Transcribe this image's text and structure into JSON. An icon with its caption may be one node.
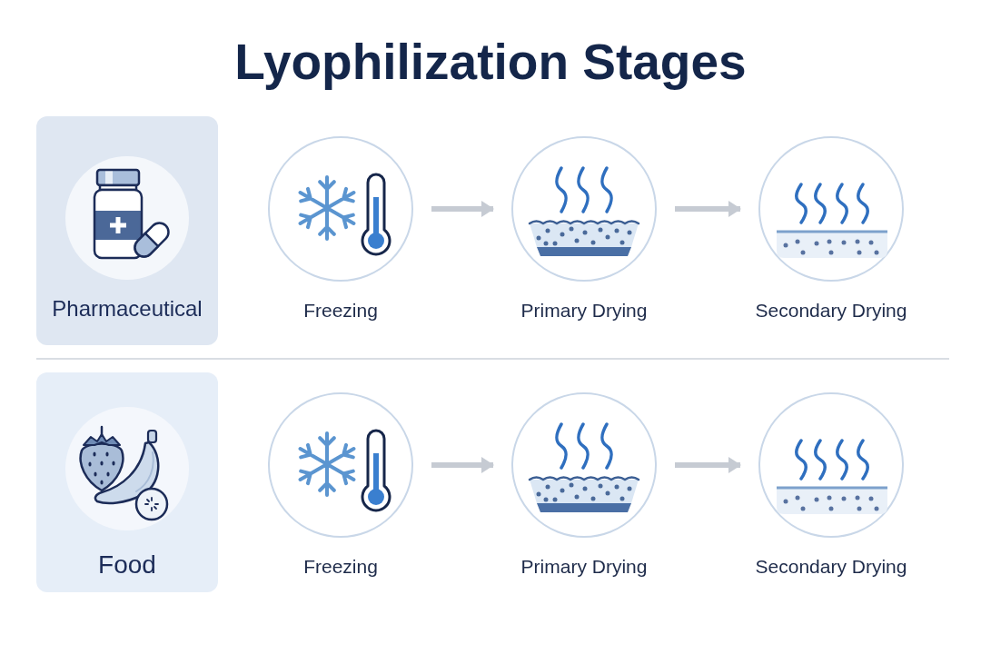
{
  "diagram": {
    "title": "Lyophilization Stages",
    "nodes": [
      {
        "text": [
          "Pharmaceutical"
        ]
      },
      {
        "text": [
          "Freezing"
        ]
      },
      {
        "text": [
          "Primary Drying"
        ]
      },
      {
        "text": [
          "Secondary Drying"
        ]
      },
      {
        "text": [
          "Food"
        ]
      },
      {
        "text": [
          "Freezing"
        ]
      },
      {
        "text": [
          "Primary Drying"
        ]
      },
      {
        "text": [
          "Secondary Drying"
        ]
      }
    ],
    "edges": [
      {
        "from": 1,
        "to": 2,
        "arrow": "to"
      },
      {
        "from": 2,
        "to": 3,
        "arrow": "to"
      },
      {
        "from": 5,
        "to": 6,
        "arrow": "to"
      },
      {
        "from": 6,
        "to": 7,
        "arrow": "to"
      }
    ]
  }
}
